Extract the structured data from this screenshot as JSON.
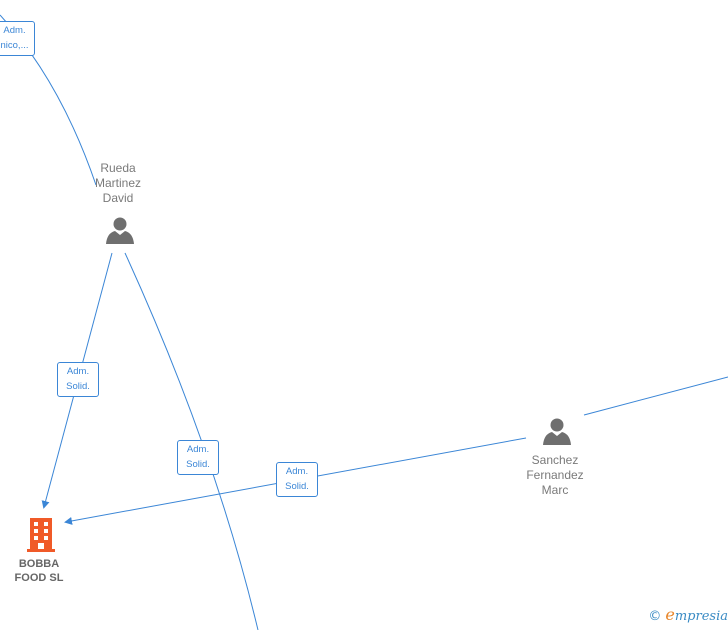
{
  "nodes": {
    "rueda": {
      "label": "Rueda\nMartinez\nDavid",
      "icon": "person-icon"
    },
    "sanchez": {
      "label": "Sanchez\nFernandez\nMarc",
      "icon": "person-icon"
    },
    "bobba": {
      "label": "BOBBA\nFOOD  SL",
      "icon": "building-icon"
    }
  },
  "edge_labels": {
    "top": {
      "line1": "Adm.",
      "line2": "nico,..."
    },
    "rueda_bobba": {
      "line1": "Adm.",
      "line2": "Solid."
    },
    "rueda_down": {
      "line1": "Adm.",
      "line2": "Solid."
    },
    "sanchez_bobba": {
      "line1": "Adm.",
      "line2": "Solid."
    }
  },
  "brand": {
    "symbol": "©",
    "initial": "e",
    "rest": "mpresia"
  },
  "colors": {
    "edge": "#3b86d6",
    "person": "#6f6f6f",
    "company": "#f05a28"
  }
}
